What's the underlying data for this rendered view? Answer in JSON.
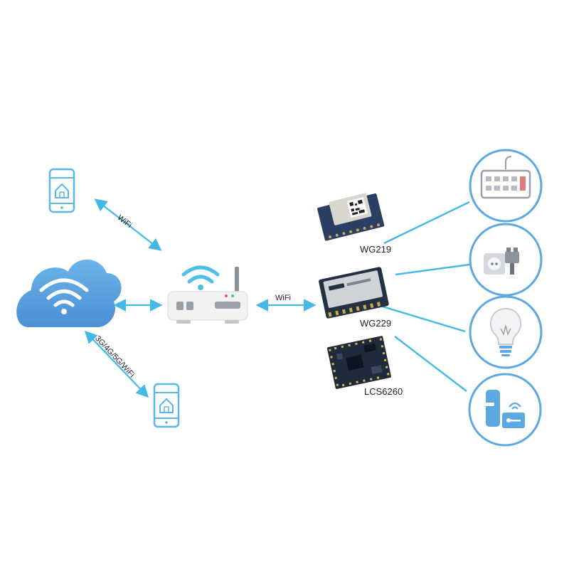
{
  "labels": {
    "wifi_top": "WiFi",
    "wifi_mid": "WiFi",
    "cellular": "3G/4G/5G/WiFi",
    "module_1": "WG219",
    "module_2": "WG229",
    "module_3": "LCS6260"
  },
  "colors": {
    "accent": "#42b9e6",
    "cloud": "#5aa2dc",
    "icon_blue": "#5ba9e0",
    "router_body": "#f3f4f6",
    "module_dark": "#233047"
  },
  "icons": [
    "phone-icon",
    "cloud-wifi-icon",
    "router-icon",
    "keyboard-icon",
    "power-socket-icon",
    "light-bulb-icon",
    "smart-lock-icon"
  ]
}
